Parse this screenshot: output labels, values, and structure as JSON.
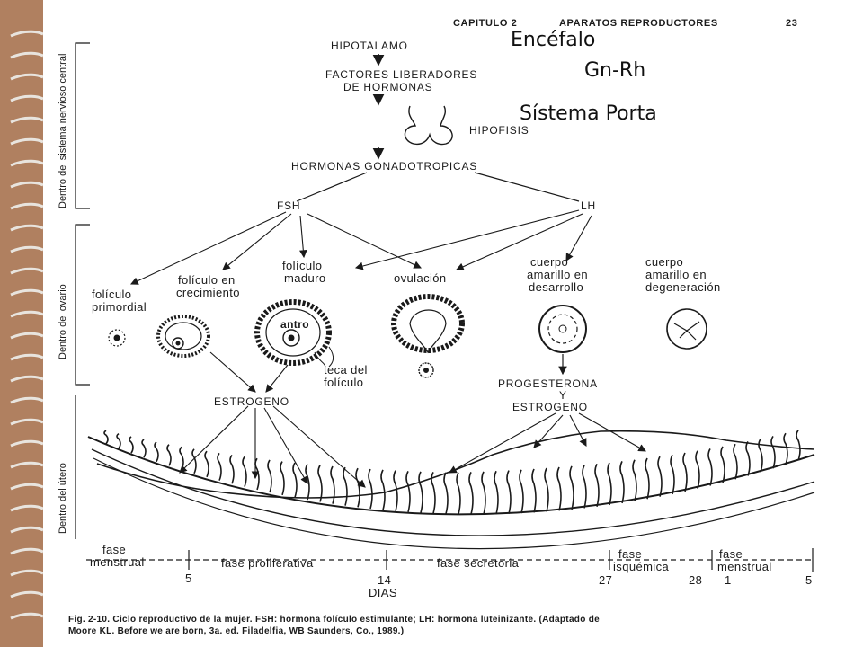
{
  "header": {
    "chapter": "CAPITULO 2",
    "section": "APARATOS REPRODUCTORES",
    "page_number": "23"
  },
  "overlay": {
    "encefalo": "Encéfalo",
    "gnrh": "Gn-Rh",
    "sistema_porta": "Sístema Porta"
  },
  "side_labels": {
    "snc": "Dentro del sistema nervioso central",
    "ovario": "Dentro del ovario",
    "utero": "Dentro del útero"
  },
  "flow": {
    "hipotalamo": "HIPOTALAMO",
    "factores_1": "FACTORES LIBERADORES",
    "factores_2": "DE HORMONAS",
    "hipofisis": "HIPOFISIS",
    "gonadotropicas": "HORMONAS GONADOTROPICAS",
    "fsh": "FSH",
    "lh": "LH"
  },
  "stages": {
    "primordial_1": "folículo",
    "primordial_2": "primordial",
    "crecimiento_1": "folículo en",
    "crecimiento_2": "crecimiento",
    "maduro_1": "folículo",
    "maduro_2": "maduro",
    "ovulacion": "ovulación",
    "desarrollo_1": "cuerpo",
    "desarrollo_2": "amarillo en",
    "desarrollo_3": "desarrollo",
    "degeneracion_1": "cuerpo",
    "degeneracion_2": "amarillo en",
    "degeneracion_3": "degeneración",
    "antro": "antro",
    "teca_1": "teca del",
    "teca_2": "folículo"
  },
  "hormones": {
    "estrogeno_left": "ESTROGENO",
    "progesterona": "PROGESTERONA",
    "y": "Y",
    "estrogeno_right": "ESTROGENO"
  },
  "timeline": {
    "fase_menstrual_left_1": "fase",
    "fase_menstrual_left_2": "menstrual",
    "fase_proliferativa": "fase proliferativa",
    "fase_secretoria": "fase secretoria",
    "fase_isquemica_1": "fase",
    "fase_isquemica_2": "isquémica",
    "fase_menstrual_right_1": "fase",
    "fase_menstrual_right_2": "menstrual",
    "day_5a": "5",
    "day_14": "14",
    "day_27": "27",
    "day_28": "28",
    "day_1": "1",
    "day_5b": "5",
    "dias": "DIAS"
  },
  "caption": {
    "line1": "Fig. 2-10. Ciclo reproductivo de la mujer. FSH: hormona folículo estimulante; LH: hormona luteinizante. (Adaptado de",
    "line2": "Moore KL. Before we are born, 3a. ed. Filadelfia, WB Saunders, Co., 1989.)"
  },
  "colors": {
    "binding": "#b08060",
    "ink": "#1a1a1a",
    "paper": "#ffffff"
  }
}
